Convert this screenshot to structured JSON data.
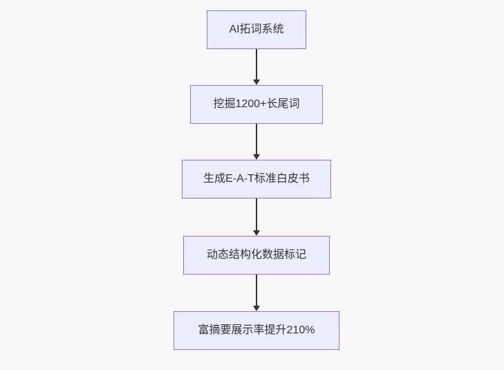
{
  "flowchart": {
    "type": "flowchart",
    "direction": "top-down",
    "nodes": [
      {
        "label": "AI拓词系统"
      },
      {
        "label": "挖掘1200+长尾词"
      },
      {
        "label": "生成E-A-T标准白皮书"
      },
      {
        "label": "动态结构化数据标记"
      },
      {
        "label": "富摘要展示率提升210%"
      }
    ],
    "edges": [
      {
        "from": 0,
        "to": 1,
        "style": "arrow"
      },
      {
        "from": 1,
        "to": 2,
        "style": "arrow"
      },
      {
        "from": 2,
        "to": 3,
        "style": "arrow"
      },
      {
        "from": 3,
        "to": 4,
        "style": "arrow"
      }
    ]
  },
  "colors": {
    "canvas_background": "#f8f8f8",
    "node_fill": "#ececff",
    "node_border": "#9370db",
    "node_text": "#333333",
    "arrow": "#333333"
  }
}
